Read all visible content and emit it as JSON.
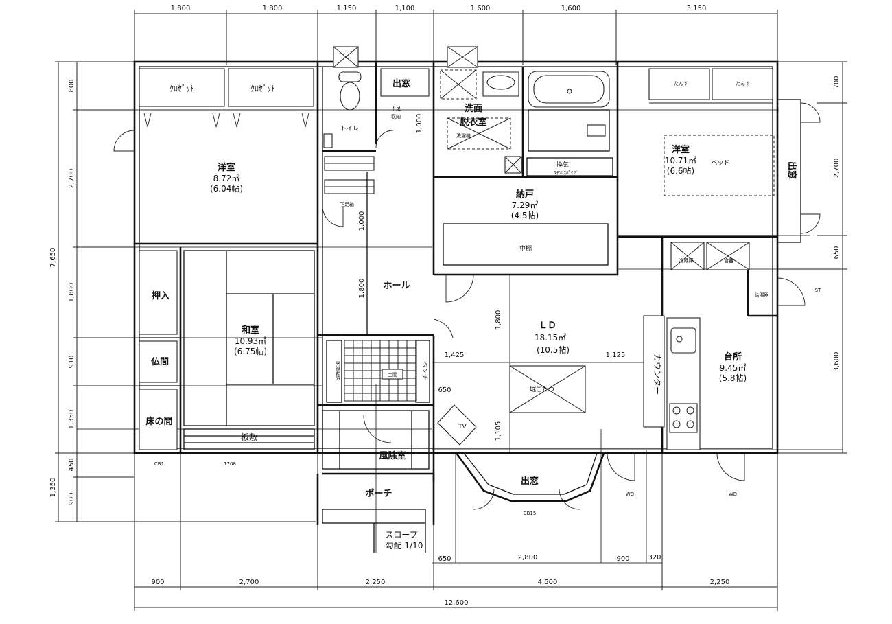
{
  "dims": {
    "top": [
      "1,800",
      "1,800",
      "1,150",
      "1,100",
      "1,600",
      "1,600",
      "3,150"
    ],
    "bottom": [
      "900",
      "2,700",
      "2,250",
      "4,500",
      "2,250"
    ],
    "total": "12,600",
    "left": [
      "800",
      "2,700",
      "1,800",
      "910",
      "1,350",
      "450",
      "900"
    ],
    "left_total": [
      "7,650",
      "1,350"
    ],
    "right": [
      "700",
      "2,700",
      "650",
      "3,600"
    ],
    "lower_span": [
      "650",
      "2,800",
      "900",
      "320"
    ],
    "ld_inner": [
      "1,425",
      "1,125",
      "1,800",
      "1,105",
      "650"
    ],
    "hall_inner": [
      "1,800",
      "1,000",
      "1,000"
    ],
    "small": [
      "CB1",
      "1708",
      "WD",
      "WD",
      "ST",
      "CB15"
    ]
  },
  "rooms": {
    "closet1": "ｸﾛｾﾞｯﾄ",
    "closet2": "ｸﾛｾﾞｯﾄ",
    "western1": {
      "name": "洋室",
      "area": "8.72㎡",
      "tatami": "(6.04帖)"
    },
    "oshiire": "押入",
    "washitsu": {
      "name": "和室",
      "area": "10.93㎡",
      "tatami": "(6.75帖)"
    },
    "butsuma": "仏間",
    "tokonoma": "床の間",
    "itajiki": "板敷",
    "toilet": "トイレ",
    "demado_top": "出窓",
    "shitaba": "下足\n収納",
    "senmen": "洗面",
    "senmen2": "脱衣室",
    "nando": {
      "name": "納戸",
      "area": "7.29㎡",
      "tatami": "(4.5帖)"
    },
    "chudan": "中棚",
    "western2": {
      "name": "洋室",
      "area": "10.71㎡",
      "tatami": "(6.6帖)"
    },
    "bed": "ベッド",
    "demado_right": "出窓",
    "kasa": "たんす",
    "kasa2": "たんす",
    "hall": "ホール",
    "ld": {
      "name": "ＬＤ",
      "area": "18.15㎡",
      "tatami": "(10.5帖)"
    },
    "horikotatsu": "堀ごたつ",
    "tv": "TV",
    "kitchen": {
      "name": "台所",
      "area": "9.45㎡",
      "tatami": "(5.8帖)"
    },
    "counter": "カウンター",
    "genkan_bench": "ベンチ",
    "genkan_kutsu": "靴箱収納",
    "genkan": "土間",
    "furo_shitsu": "風除室",
    "porch": "ポーチ",
    "demado_bottom": "出窓",
    "slope": "スロープ",
    "slope_grade": "勾配 1/10",
    "pipe": "換気",
    "pipe2": "ｽﾃﾝﾚｽﾊﾟｲﾌﾟ",
    "tsuyu": "下足箱",
    "shoes": "下足",
    "shunou": "収納",
    "kyutou": "給湯",
    "sentaku": "洗濯機",
    "reizo": "冷蔵庫",
    "shokki": "食器",
    "kyutoki": "給湯器"
  }
}
